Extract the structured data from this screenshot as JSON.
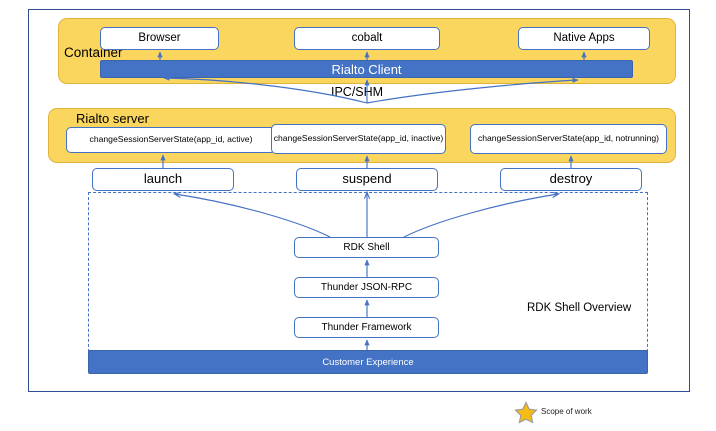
{
  "diagram": {
    "title": "RDK Shell Overview",
    "colors": {
      "panel_yellow": "#FBD65F",
      "panel_yellow_border": "#E0B43C",
      "accent_blue": "#4472C4",
      "frame_blue": "#2E4D8E",
      "star_gold": "#F5BC18",
      "box_white": "#FFFFFF"
    },
    "container": {
      "title": "Container",
      "apps": [
        {
          "label": "Browser"
        },
        {
          "label": "cobalt"
        },
        {
          "label": "Native Apps"
        }
      ],
      "client_bar": "Rialto Client"
    },
    "ipc_label": "IPC/SHM",
    "rialto_server": {
      "title": "Rialto server",
      "states": [
        {
          "label": "changeSessionServerState(app_id, active)"
        },
        {
          "label": "changeSessionServerState(app_id, inactive)"
        },
        {
          "label": "changeSessionServerState(app_id, notrunning)"
        }
      ]
    },
    "lifecycle_actions": [
      {
        "label": "launch"
      },
      {
        "label": "suspend"
      },
      {
        "label": "destroy"
      }
    ],
    "stack": [
      {
        "label": "RDK Shell"
      },
      {
        "label": "Thunder JSON-RPC"
      },
      {
        "label": "Thunder Framework"
      }
    ],
    "customer_experience": "Customer Experience",
    "overview_label": "RDK Shell Overview",
    "legend": {
      "icon": "star-icon",
      "label": "Scope of work"
    }
  }
}
